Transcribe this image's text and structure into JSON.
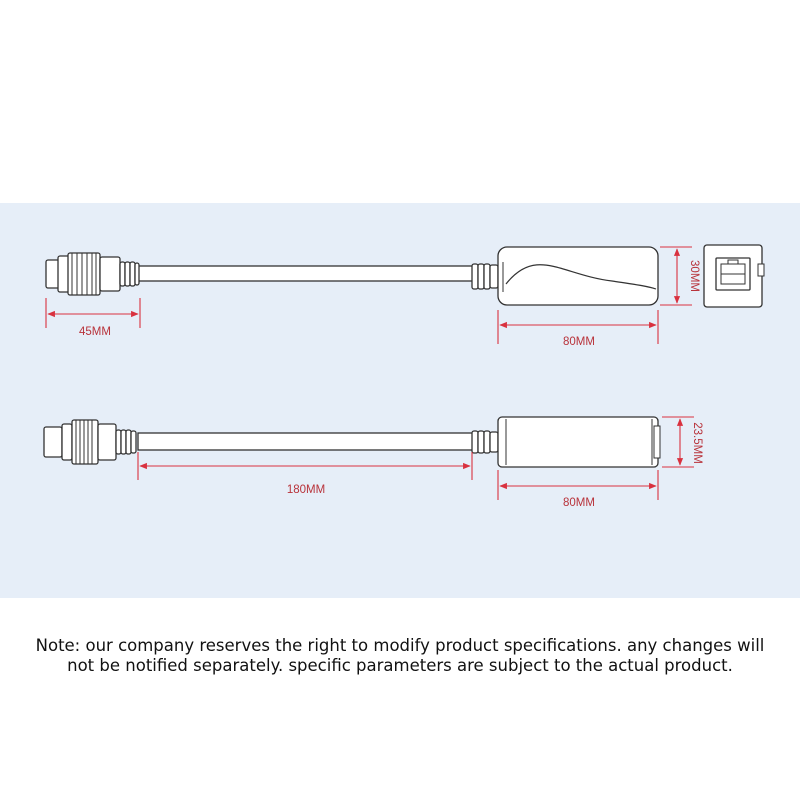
{
  "colors": {
    "panel_background": "#e6eef8",
    "dimension_line": "#d9313f",
    "dimension_text": "#b8323a",
    "outline": "#333333",
    "cable_fill": "#ffffff",
    "note_text": "#111111"
  },
  "top_view": {
    "connector_length_label": "45MM",
    "housing_length_label": "80MM",
    "housing_height_label": "30MM"
  },
  "bottom_view": {
    "cable_length_label": "180MM",
    "housing_length_label": "80MM",
    "housing_height_label": "23.5MM"
  },
  "note": {
    "line1": "Note: our company reserves the right to modify product specifications. any changes will",
    "line2": "not be notified separately. specific parameters are subject to the actual product."
  }
}
